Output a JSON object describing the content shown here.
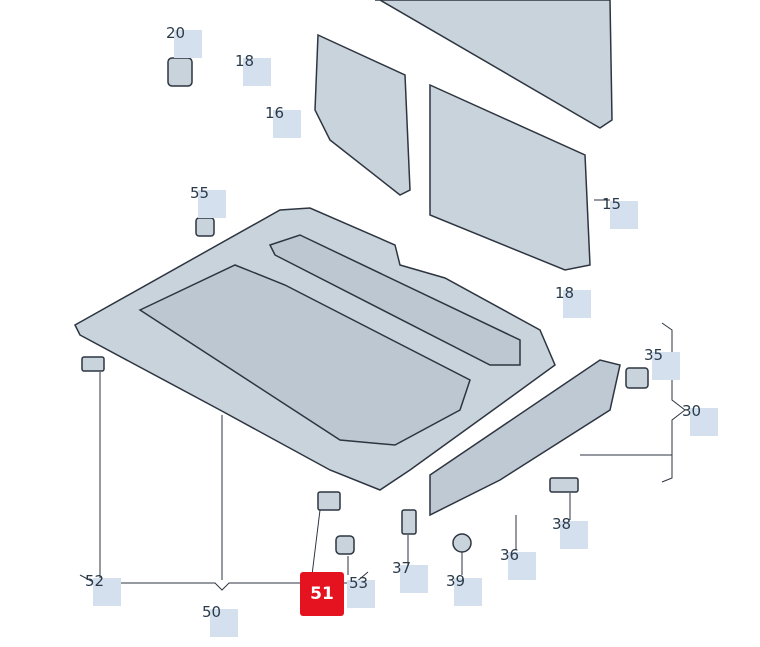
{
  "diagram": {
    "labels": [
      {
        "id": "20",
        "text": "20"
      },
      {
        "id": "18a",
        "text": "18"
      },
      {
        "id": "16",
        "text": "16"
      },
      {
        "id": "55",
        "text": "55"
      },
      {
        "id": "15",
        "text": "15"
      },
      {
        "id": "18b",
        "text": "18"
      },
      {
        "id": "35",
        "text": "35"
      },
      {
        "id": "30",
        "text": "30"
      },
      {
        "id": "52",
        "text": "52"
      },
      {
        "id": "50",
        "text": "50"
      },
      {
        "id": "53",
        "text": "53"
      },
      {
        "id": "37",
        "text": "37"
      },
      {
        "id": "39",
        "text": "39"
      },
      {
        "id": "36",
        "text": "36"
      },
      {
        "id": "38",
        "text": "38"
      }
    ],
    "highlighted": {
      "text": "51",
      "color": "#e4131f"
    }
  }
}
